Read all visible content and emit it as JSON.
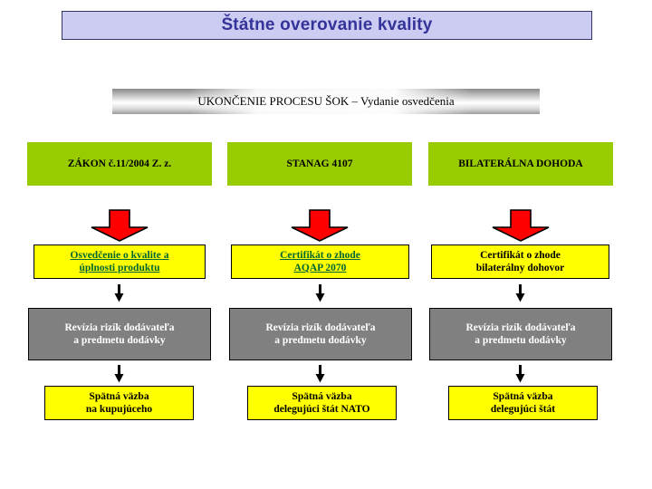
{
  "title": {
    "text": "Štátne overovanie kvality",
    "bg_color": "#ccccf2",
    "text_color": "#333399"
  },
  "subtitle": {
    "text": "UKONČENIE PROCESU ŠOK – Vydanie osvedčenia"
  },
  "palette": {
    "green": "#99cc00",
    "yellow": "#ffff00",
    "gray": "#808080",
    "red_arrow": "#ff0000",
    "link_green": "#006633"
  },
  "columns": [
    {
      "source_label": "ZÁKON č.11/2004 Z. z.",
      "certificate_lines": [
        "Osvedčenie o kvalite a",
        "úplnosti produktu"
      ],
      "certificate_style": "link",
      "review_lines": [
        "Revízia rizík  dodávateľa",
        "a predmetu dodávky"
      ],
      "feedback_lines": [
        "Spätná väzba",
        "na kupujúceho"
      ]
    },
    {
      "source_label": "STANAG 4107",
      "certificate_lines": [
        "Certifikát o zhode",
        "AQAP 2070"
      ],
      "certificate_style": "link",
      "review_lines": [
        "Revízia rizík  dodávateľa",
        "a predmetu dodávky"
      ],
      "feedback_lines": [
        "Spätná väzba",
        "delegujúci štát NATO"
      ]
    },
    {
      "source_label": "BILATERÁLNA DOHODA",
      "certificate_lines": [
        "Certifikát o zhode",
        "bilaterálny dohovor"
      ],
      "certificate_style": "plain",
      "review_lines": [
        "Revízia rizík  dodávateľa",
        "a predmetu dodávky"
      ],
      "feedback_lines": [
        "Spätná väzba",
        "delegujúci štát"
      ]
    }
  ],
  "icons": {
    "red_block_arrow": "arrow-down-block-red",
    "black_arrow": "arrow-down-black"
  }
}
